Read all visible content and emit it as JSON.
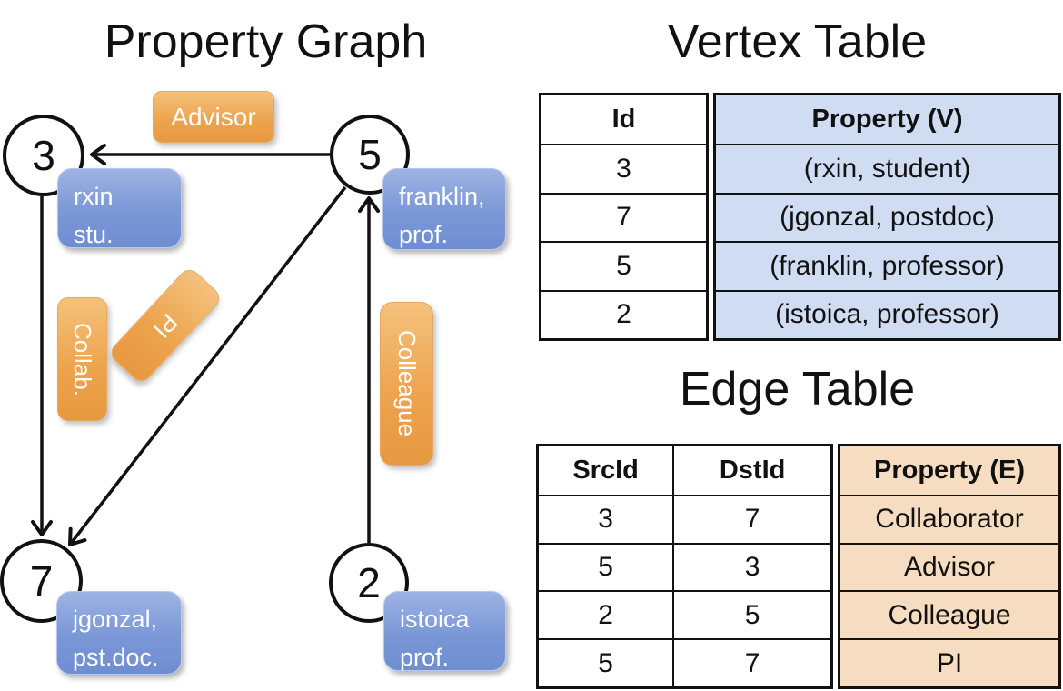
{
  "titles": {
    "graph": "Property Graph",
    "vertex_table": "Vertex Table",
    "edge_table": "Edge Table"
  },
  "graph": {
    "vertices": [
      {
        "id": "3",
        "label_line1": "rxin",
        "label_line2": "stu."
      },
      {
        "id": "5",
        "label_line1": "franklin,",
        "label_line2": "prof."
      },
      {
        "id": "7",
        "label_line1": "jgonzal,",
        "label_line2": "pst.doc."
      },
      {
        "id": "2",
        "label_line1": "istoica",
        "label_line2": "prof."
      }
    ],
    "edge_labels": {
      "advisor": "Advisor",
      "collab": "Collab.",
      "pi": "PI",
      "colleague": "Colleague"
    },
    "edges": [
      {
        "src": "5",
        "dst": "3",
        "label": "Advisor"
      },
      {
        "src": "3",
        "dst": "7",
        "label": "Collab."
      },
      {
        "src": "5",
        "dst": "7",
        "label": "PI"
      },
      {
        "src": "2",
        "dst": "5",
        "label": "Colleague"
      }
    ]
  },
  "vertex_table": {
    "headers": {
      "id": "Id",
      "property": "Property (V)"
    },
    "rows": [
      {
        "id": "3",
        "property": "(rxin, student)"
      },
      {
        "id": "7",
        "property": "(jgonzal, postdoc)"
      },
      {
        "id": "5",
        "property": "(franklin, professor)"
      },
      {
        "id": "2",
        "property": "(istoica, professor)"
      }
    ]
  },
  "edge_table": {
    "headers": {
      "src": "SrcId",
      "dst": "DstId",
      "property": "Property (E)"
    },
    "rows": [
      {
        "src": "3",
        "dst": "7",
        "property": "Collaborator"
      },
      {
        "src": "5",
        "dst": "3",
        "property": "Advisor"
      },
      {
        "src": "2",
        "dst": "5",
        "property": "Colleague"
      },
      {
        "src": "5",
        "dst": "7",
        "property": "PI"
      }
    ]
  },
  "colors": {
    "edge_label_orange": "#eda24c",
    "node_box_blue": "#7a97d6",
    "vertex_property_fill": "#cfdcf1",
    "edge_property_fill": "#f6ddc1",
    "line_black": "#111111",
    "text_white": "#ffffff"
  }
}
